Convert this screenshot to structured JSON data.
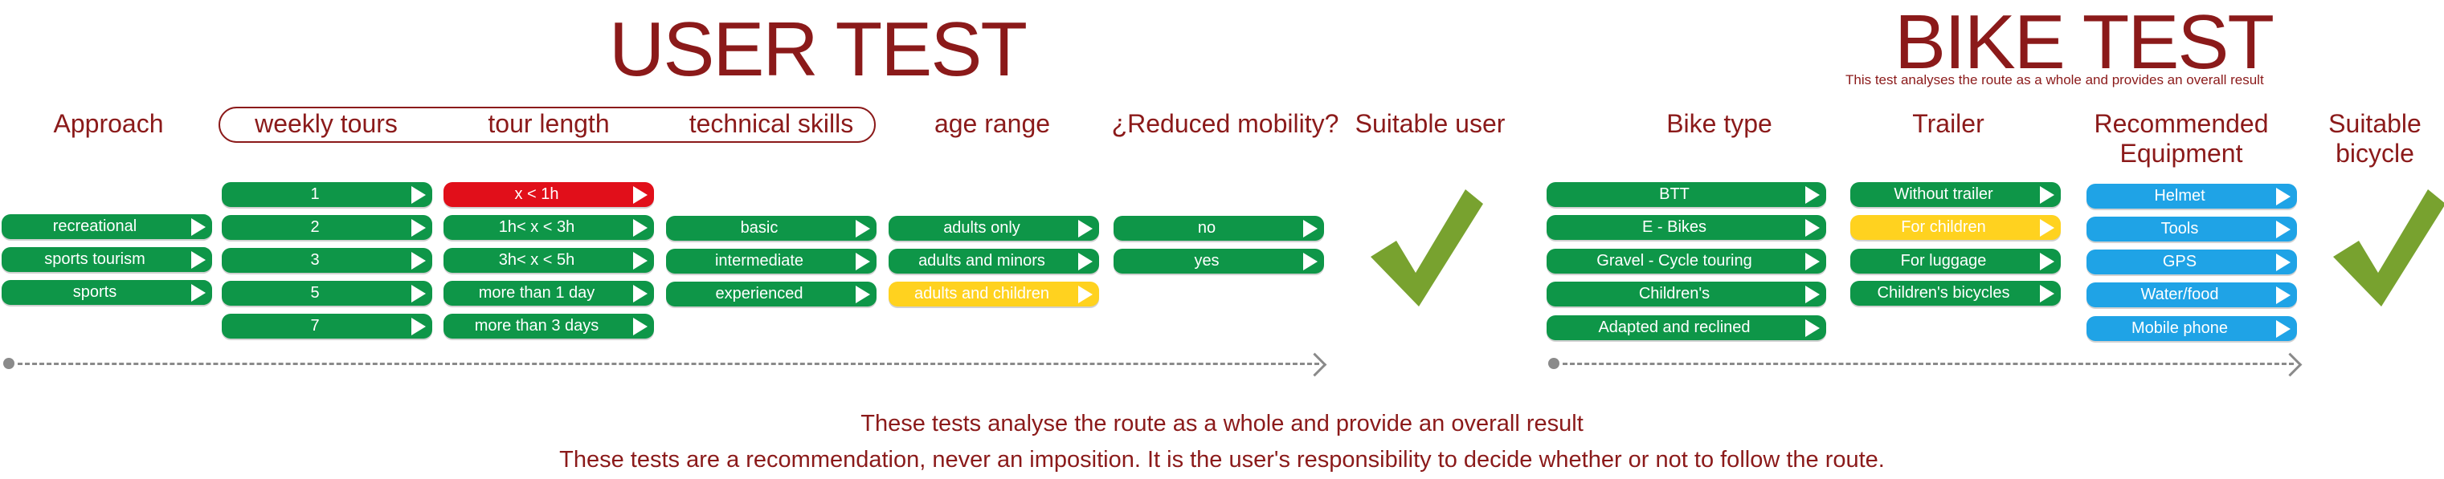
{
  "colors": {
    "brand": "#8b1a1a",
    "green": "#0e9648",
    "red": "#e10f1a",
    "yellow": "#ffd21f",
    "blue": "#1fa3e6",
    "check": "#78a22f"
  },
  "user_test": {
    "title": "USER TEST",
    "headers": {
      "approach": "Approach",
      "weekly_tours": "weekly tours",
      "tour_length": "tour length",
      "technical_skills": "technical skills",
      "age_range": "age range",
      "reduced_mobility": "¿Reduced mobility?",
      "suitable_user": "Suitable user"
    },
    "approach": [
      "recreational",
      "sports tourism",
      "sports"
    ],
    "weekly_tours": [
      "1",
      "2",
      "3",
      "5",
      "7"
    ],
    "tour_length": [
      "x < 1h",
      "1h< x < 3h",
      "3h< x < 5h",
      "more than 1 day",
      "more than 3 days"
    ],
    "technical_skills": [
      "basic",
      "intermediate",
      "experienced"
    ],
    "age_range": [
      "adults only",
      "adults and minors",
      "adults and children"
    ],
    "reduced_mobility": [
      "no",
      "yes"
    ],
    "check_icon": "checkmark-icon"
  },
  "bike_test": {
    "title": "BIKE TEST",
    "subtitle": "This test analyses the route as a whole and provides an overall result",
    "headers": {
      "bike_type": "Bike type",
      "trailer": "Trailer",
      "equipment_line1": "Recommended",
      "equipment_line2": "Equipment",
      "suitable_line1": "Suitable",
      "suitable_line2": "bicycle"
    },
    "bike_type": [
      "BTT",
      "E - Bikes",
      "Gravel - Cycle touring",
      "Children's",
      "Adapted and reclined"
    ],
    "trailer": [
      "Without trailer",
      "For children",
      "For luggage",
      "Children's bicycles"
    ],
    "equipment": [
      "Helmet",
      "Tools",
      "GPS",
      "Water/food",
      "Mobile phone"
    ],
    "check_icon": "checkmark-icon"
  },
  "footer": {
    "line1": "These tests analyse the route as a whole and provide an overall result",
    "line2": "These tests are a recommendation, never an imposition. It is the user's responsibility to decide whether or not to follow the route."
  }
}
